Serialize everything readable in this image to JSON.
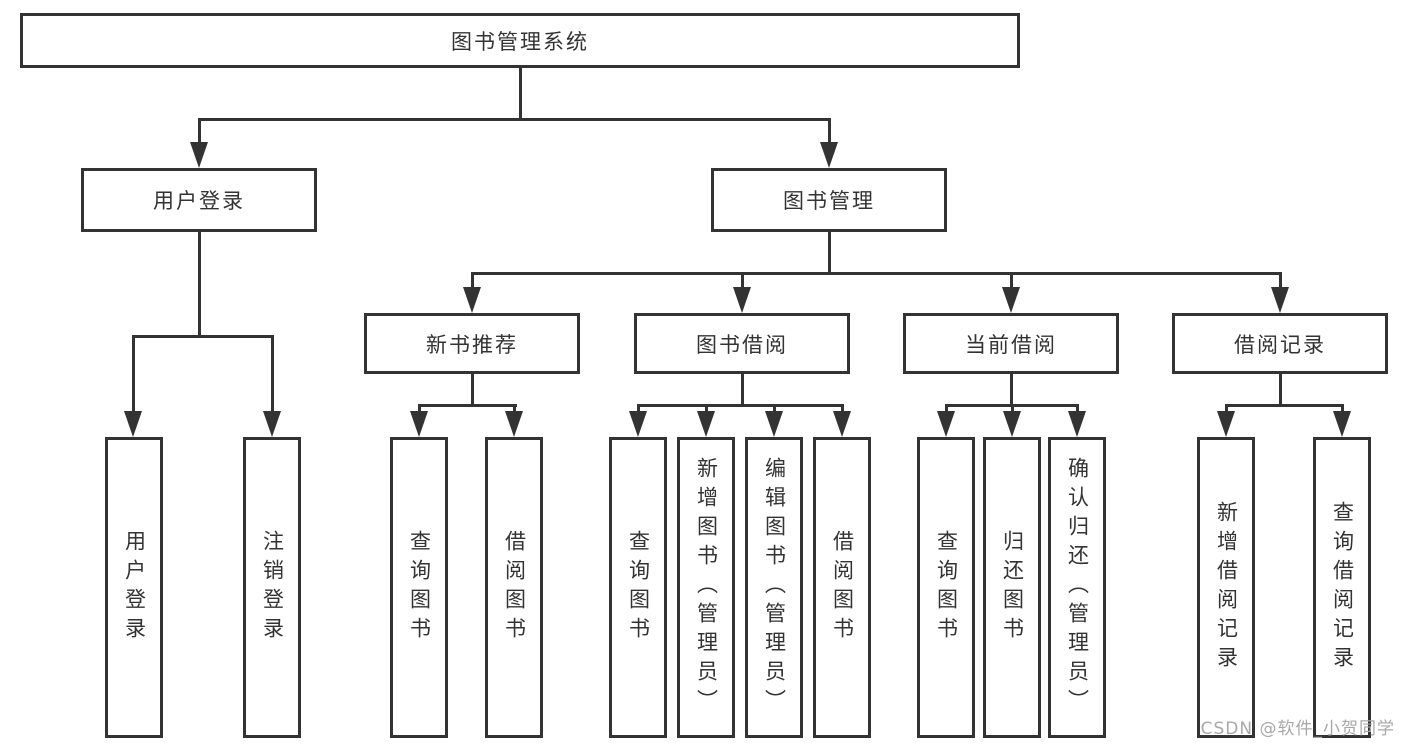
{
  "diagram": {
    "root": {
      "label": "图书管理系统"
    },
    "level2": [
      {
        "label": "用户登录"
      },
      {
        "label": "图书管理"
      }
    ],
    "level3": [
      {
        "label": "新书推荐"
      },
      {
        "label": "图书借阅"
      },
      {
        "label": "当前借阅"
      },
      {
        "label": "借阅记录"
      }
    ],
    "leaves": {
      "user_login": [
        "用户登录",
        "注销登录"
      ],
      "new_books": [
        "查询图书",
        "借阅图书"
      ],
      "book_borrow": [
        "查询图书",
        "新增图书（管理员）",
        "编辑图书（管理员）",
        "借阅图书"
      ],
      "current_borrow": [
        "查询图书",
        "归还图书",
        "确认归还（管理员）"
      ],
      "borrow_records": [
        "新增借阅记录",
        "查询借阅记录"
      ]
    },
    "watermark": "CSDN @软件_小贺同学",
    "colors": {
      "line": "#333333",
      "text": "#333333",
      "watermark": "#a8a8a8",
      "background": "#ffffff"
    }
  }
}
